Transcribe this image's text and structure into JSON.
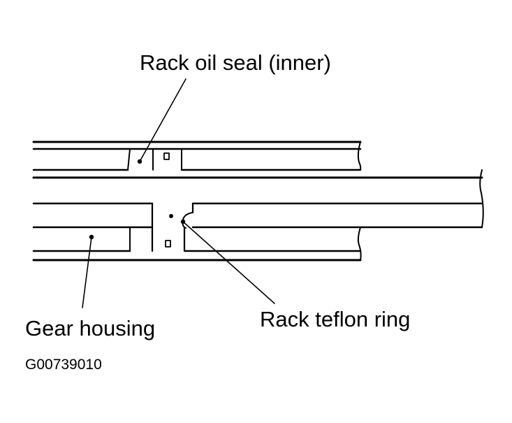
{
  "labels": {
    "rack_oil_seal": "Rack oil seal (inner)",
    "rack_teflon_ring": "Rack teflon ring",
    "gear_housing": "Gear housing",
    "figure_code": "G00739010"
  },
  "colors": {
    "ink": "#000000",
    "background": "#ffffff"
  }
}
